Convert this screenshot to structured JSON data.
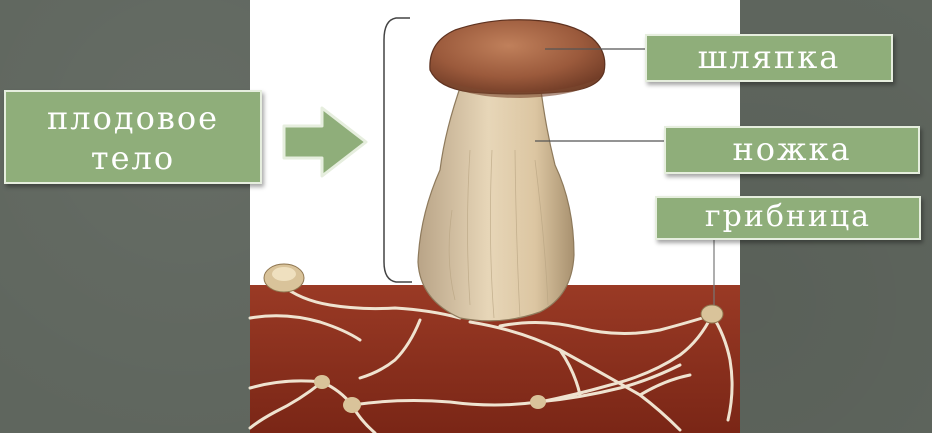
{
  "labels": {
    "fruit_body_line1": "плодовое",
    "fruit_body_line2": "тело",
    "cap": "шляпка",
    "stem": "ножка",
    "mycelium": "грибница"
  },
  "colors": {
    "background": "#5f665e",
    "label_fill": "#8fae7a",
    "label_border": "#e6eede",
    "soil": "#8a2d1c",
    "cap": "#9b5a3c",
    "stem": "#d8c7a8",
    "hyphae": "#efe3d0"
  },
  "icons": {
    "arrow": "right-arrow-icon"
  }
}
